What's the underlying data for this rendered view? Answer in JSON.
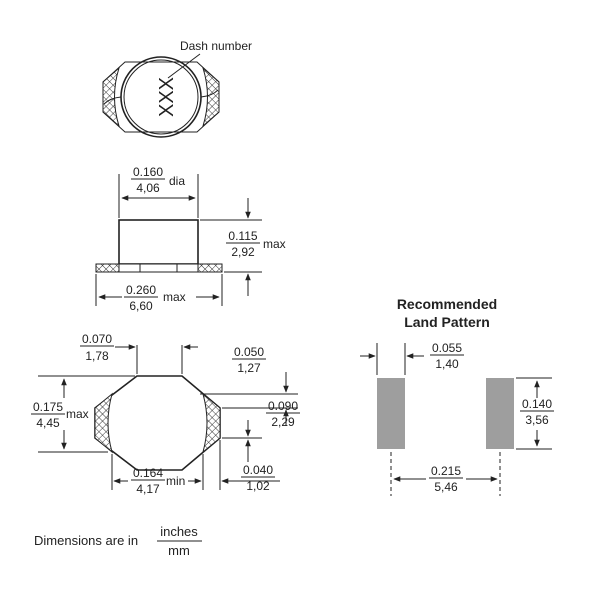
{
  "top_view": {
    "callout": "Dash number",
    "marking": "XXX"
  },
  "side_view": {
    "dia": {
      "inches": "0.160",
      "mm": "4,06",
      "suffix": "dia"
    },
    "height": {
      "inches": "0.115",
      "mm": "2,92",
      "suffix": "max"
    },
    "width": {
      "inches": "0.260",
      "mm": "6,60",
      "suffix": "max"
    }
  },
  "bottom_view": {
    "flat": {
      "inches": "0.070",
      "mm": "1,78"
    },
    "body": {
      "inches": "0.175",
      "mm": "4,45",
      "suffix": "max"
    },
    "term_offset": {
      "inches": "0.050",
      "mm": "1,27"
    },
    "term_height": {
      "inches": "0.090",
      "mm": "2,29"
    },
    "inner": {
      "inches": "0.164",
      "mm": "4,17",
      "suffix": "min"
    },
    "term_width": {
      "inches": "0.040",
      "mm": "1,02"
    }
  },
  "land_pattern": {
    "title_line1": "Recommended",
    "title_line2": "Land Pattern",
    "pad_width": {
      "inches": "0.055",
      "mm": "1,40"
    },
    "pad_height": {
      "inches": "0.140",
      "mm": "3,56"
    },
    "spacing": {
      "inches": "0.215",
      "mm": "5,46"
    }
  },
  "footer": {
    "text": "Dimensions are in",
    "unit_top": "inches",
    "unit_bottom": "mm"
  },
  "colors": {
    "pad_fill": "#9e9e9e",
    "line": "#222222"
  }
}
